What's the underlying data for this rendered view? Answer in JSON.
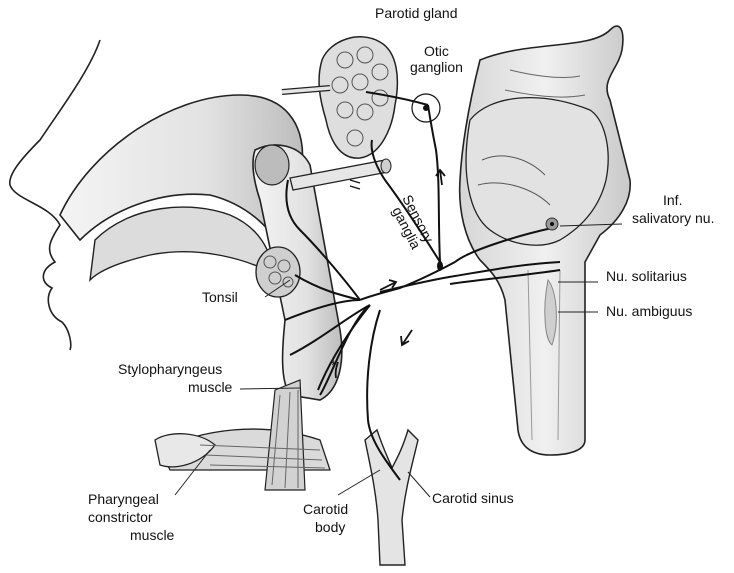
{
  "labels": {
    "parotid_gland": "Parotid gland",
    "otic_ganglion_line1": "Otic",
    "otic_ganglion_line2": "ganglion",
    "sensory_ganglia_line1": "Sensory",
    "sensory_ganglia_line2": "ganglia",
    "inf_salivatory_line1": "Inf.",
    "inf_salivatory_line2": "salivatory nu.",
    "nu_solitarius": "Nu. solitarius",
    "nu_ambiguus": "Nu. ambiguus",
    "tonsil": "Tonsil",
    "stylopharyngeus_line1": "Stylopharyngeus",
    "stylopharyngeus_line2": "muscle",
    "pharyngeal_line1": "Pharyngeal",
    "pharyngeal_line2": "constrictor",
    "pharyngeal_line3": "muscle",
    "carotid_body_line1": "Carotid",
    "carotid_body_line2": "body",
    "carotid_sinus": "Carotid sinus",
    "asterisk": "*"
  },
  "colors": {
    "tissue_fill": "#e9e9e9",
    "tissue_shade": "#c8c8c8",
    "outline": "#222222",
    "nerve": "#111111"
  }
}
